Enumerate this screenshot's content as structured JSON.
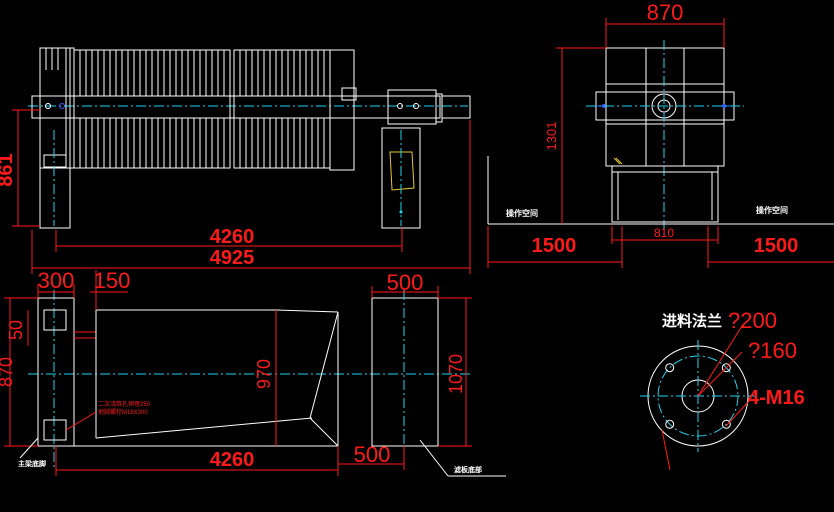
{
  "colors": {
    "background": "#000000",
    "outline": "#ffffff",
    "dimension": "#ff1a1a",
    "centerline": "#22d3ee",
    "highlight": "#e5c82e",
    "accent": "#3b5bff"
  },
  "front_view": {
    "height_dim": "861",
    "length_dim": "4260",
    "overall_dim": "4925"
  },
  "side_view": {
    "width_dim": "870",
    "height_dim": "1301",
    "operating_space_left": "操作空间",
    "operating_space_right": "操作空间",
    "clearance_left": "1500",
    "clearance_right": "1500",
    "base_dim": "810"
  },
  "plan_view": {
    "dim_300": "300",
    "dim_150": "150",
    "dim_50": "50",
    "dim_870": "870",
    "dim_970": "970",
    "dim_4260": "4260",
    "dim_500_bottom": "500",
    "dim_500_top": "500",
    "dim_1070": "1070",
    "note_line_1": "二次浇筑孔预埋250",
    "note_line_2": "地脚螺栓M16X300",
    "label_left": "主梁底脚",
    "label_right": "滤板底部"
  },
  "flange": {
    "title": "进料法兰",
    "outer_dim": "?200",
    "inner_dim": "?160",
    "bolt_spec": "4-M16"
  }
}
